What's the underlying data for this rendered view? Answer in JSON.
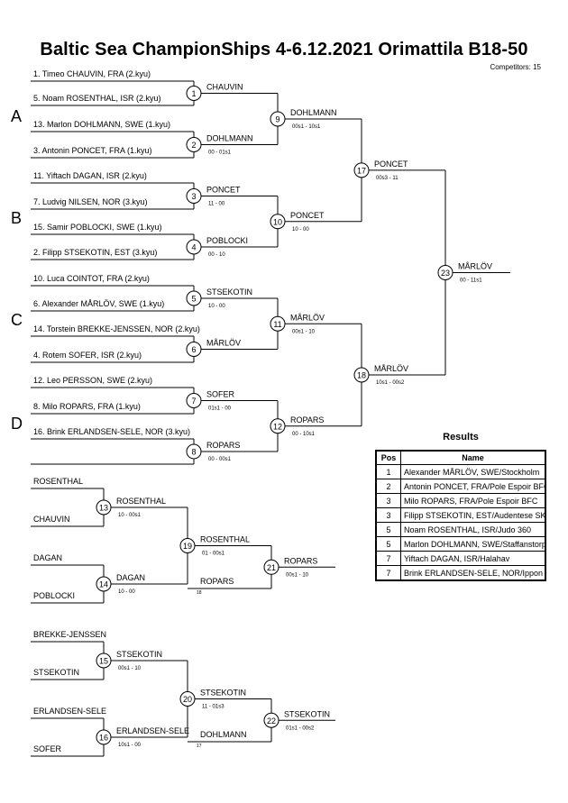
{
  "header": {
    "title": "Baltic Sea ChampionShips  4-6.12.2021  Orimattila   B18-50",
    "competitors": "Competitors: 15"
  },
  "pools": [
    "A",
    "B",
    "C",
    "D"
  ],
  "entrants": [
    "1. Timeo CHAUVIN, FRA (2.kyu)",
    "5. Noam ROSENTHAL, ISR (2.kyu)",
    "13. Marlon DOHLMANN, SWE (1.kyu)",
    "3. Antonin PONCET, FRA (1.kyu)",
    "11. Yiftach DAGAN, ISR (2.kyu)",
    "7. Ludvig NILSEN, NOR (3.kyu)",
    "15. Samir POBLOCKI, SWE (1.kyu)",
    "2. Filipp STSEKOTIN, EST (3.kyu)",
    "10. Luca COINTOT, FRA (2.kyu)",
    "6. Alexander MÅRLÖV, SWE (1.kyu)",
    "14. Torstein BREKKE-JENSSEN, NOR (2.kyu)",
    "4. Rotem SOFER, ISR (2.kyu)",
    "12. Leo PERSSON, SWE (2.kyu)",
    "8. Milo ROPARS, FRA (1.kyu)",
    "16. Brink ERLANDSEN-SELE, NOR (3.kyu)"
  ],
  "matches": [
    {
      "num": "1",
      "winner": "CHAUVIN",
      "score": ""
    },
    {
      "num": "2",
      "winner": "DOHLMANN",
      "score": "00 - 01s1"
    },
    {
      "num": "3",
      "winner": "PONCET",
      "score": "11 - 00"
    },
    {
      "num": "4",
      "winner": "POBLOCKI",
      "score": "00 - 10"
    },
    {
      "num": "5",
      "winner": "STSEKOTIN",
      "score": "10 - 00"
    },
    {
      "num": "6",
      "winner": "MÅRLÖV",
      "score": ""
    },
    {
      "num": "7",
      "winner": "SOFER",
      "score": "01s1 - 00"
    },
    {
      "num": "8",
      "winner": "ROPARS",
      "score": "00 - 00s1"
    },
    {
      "num": "9",
      "winner": "DOHLMANN",
      "score": "00s1 - 10s1"
    },
    {
      "num": "10",
      "winner": "PONCET",
      "score": "10 - 00"
    },
    {
      "num": "11",
      "winner": "MÅRLÖV",
      "score": "00s1 - 10"
    },
    {
      "num": "12",
      "winner": "ROPARS",
      "score": "00 - 10s1"
    },
    {
      "num": "17",
      "winner": "PONCET",
      "score": "00s3 - 11"
    },
    {
      "num": "18",
      "winner": "MÅRLÖV",
      "score": "10s1 - 00s2"
    },
    {
      "num": "23",
      "winner": "MÅRLÖV",
      "score": "00 - 11s1"
    },
    {
      "num": "13",
      "winner": "ROSENTHAL",
      "score": "10 - 00s1"
    },
    {
      "num": "14",
      "winner": "DAGAN",
      "score": "10 - 00"
    },
    {
      "num": "19",
      "winner": "ROSENTHAL",
      "score": "01 - 00s1"
    },
    {
      "num": "21",
      "winner": "ROPARS",
      "score": "00s1 - 10"
    },
    {
      "num": "15",
      "winner": "STSEKOTIN",
      "score": "00s1 - 10"
    },
    {
      "num": "16",
      "winner": "ERLANDSEN-SELE",
      "score": "10s1 - 00"
    },
    {
      "num": "20",
      "winner": "STSEKOTIN",
      "score": "11 - 01s3"
    },
    {
      "num": "22",
      "winner": "STSEKOTIN",
      "score": "01s1 - 00s2"
    }
  ],
  "repechage_entries": [
    "ROSENTHAL",
    "CHAUVIN",
    "DAGAN",
    "POBLOCKI",
    "ROPARS",
    "BREKKE-JENSSEN",
    "STSEKOTIN",
    "ERLANDSEN-SELE",
    "SOFER",
    "DOHLMANN"
  ],
  "minor_labels": [
    "18",
    "17"
  ],
  "results": {
    "title": "Results",
    "headers": [
      "Pos",
      "Name"
    ],
    "rows": [
      {
        "pos": "1",
        "name": "Alexander MÅRLÖV, SWE/Stockholm"
      },
      {
        "pos": "2",
        "name": "Antonin PONCET, FRA/Pole Espoir BFC"
      },
      {
        "pos": "3",
        "name": "Milo ROPARS, FRA/Pole Espoir BFC"
      },
      {
        "pos": "3",
        "name": "Filipp STSEKOTIN, EST/Audentese SK"
      },
      {
        "pos": "5",
        "name": "Noam ROSENTHAL, ISR/Judo 360"
      },
      {
        "pos": "5",
        "name": "Marlon DOHLMANN, SWE/Staffanstorp"
      },
      {
        "pos": "7",
        "name": "Yiftach DAGAN, ISR/Halahav"
      },
      {
        "pos": "7",
        "name": "Brink ERLANDSEN-SELE, NOR/Ippon"
      }
    ]
  }
}
